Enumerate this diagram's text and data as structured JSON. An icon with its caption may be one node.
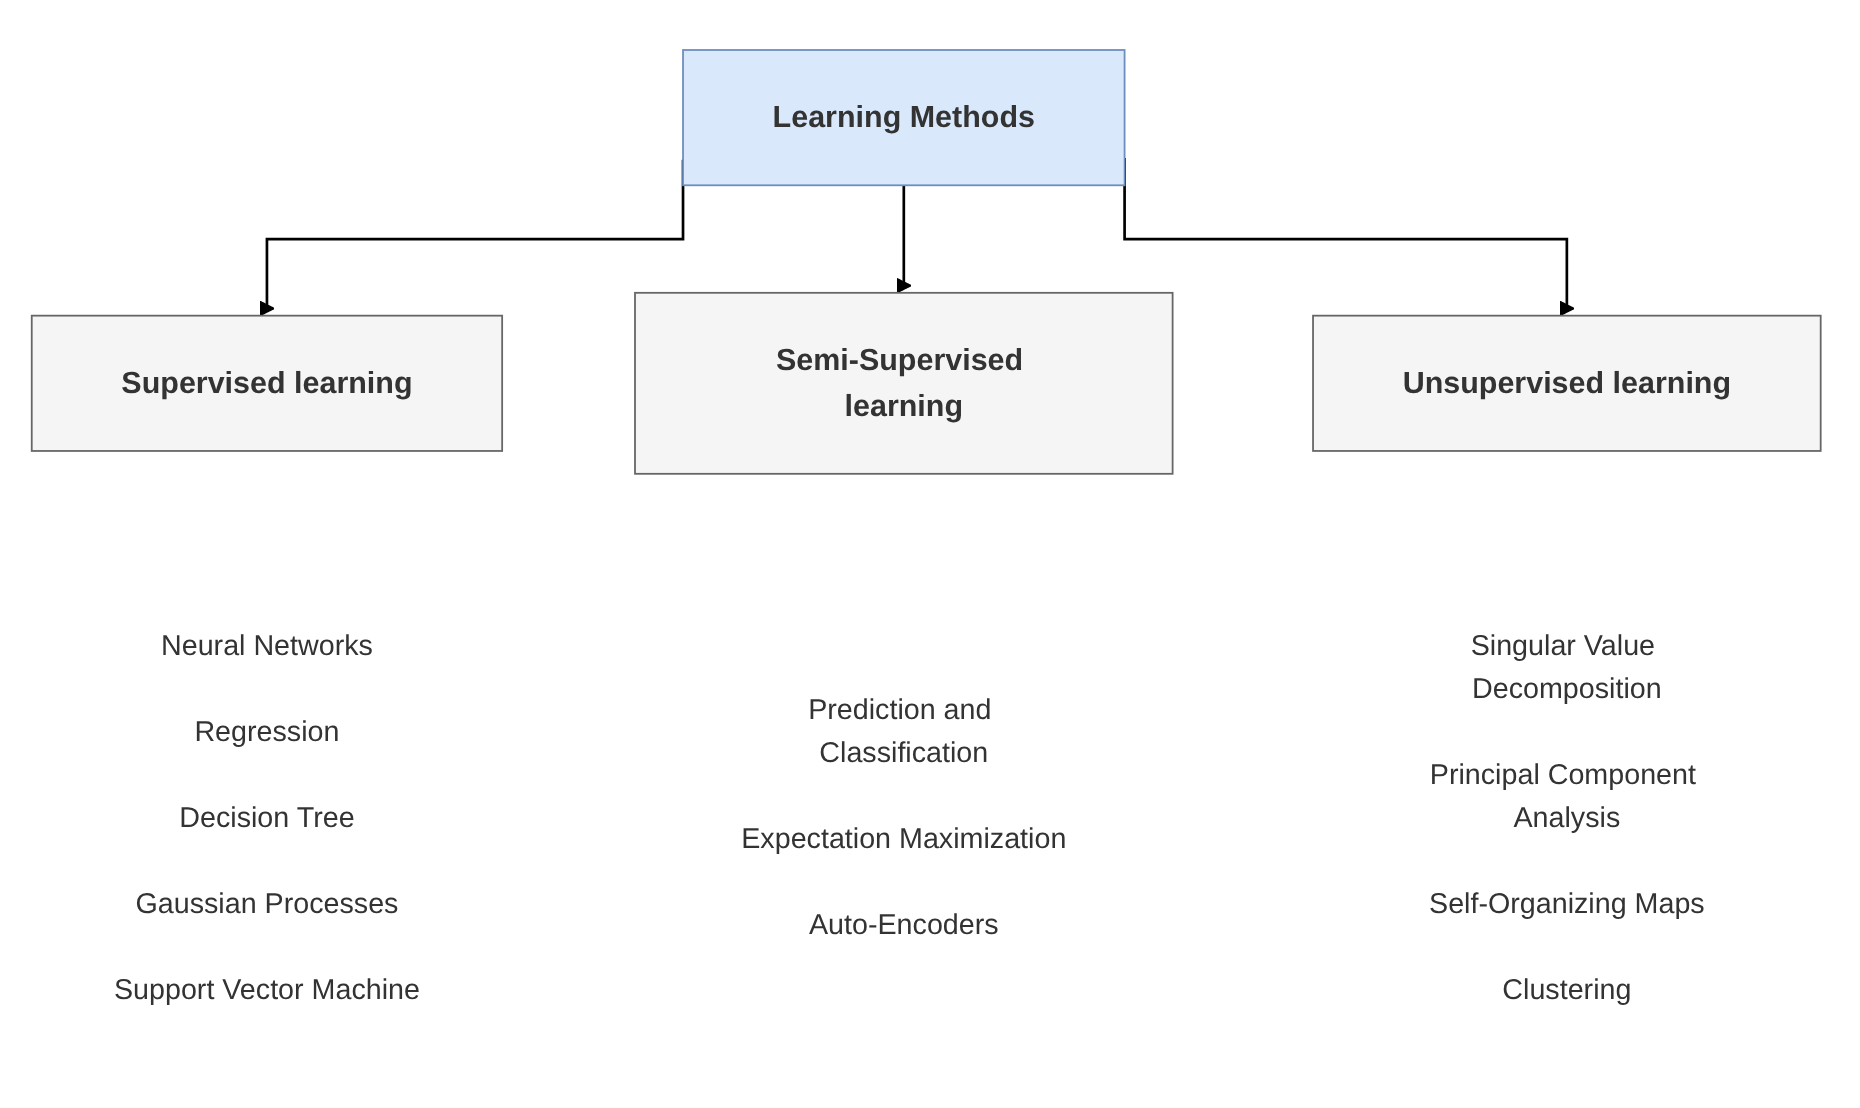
{
  "diagram": {
    "nodes": [
      {
        "text": [
          "Learning Methods"
        ]
      },
      {
        "text": [
          "Supervised learning"
        ],
        "beside": [
          "Neural Networks",
          "Regression",
          "Decision Tree",
          "Gaussian Processes",
          "Support Vector Machine"
        ]
      },
      {
        "text": [
          "Semi-Supervised learning"
        ],
        "beside": [
          "Prediction and Classification",
          "Expectation Maximization",
          "Auto-Encoders"
        ]
      },
      {
        "text": [
          "Unsupervised learning"
        ],
        "beside": [
          "Singular Value Decomposition",
          "Principal Component Analysis",
          "Self-Organizing Maps",
          "Clustering"
        ]
      }
    ],
    "edges": [
      {
        "from": 0,
        "to": 1,
        "arrow": "to"
      },
      {
        "from": 0,
        "to": 2,
        "arrow": "to"
      },
      {
        "from": 0,
        "to": 3,
        "arrow": "to"
      }
    ]
  }
}
